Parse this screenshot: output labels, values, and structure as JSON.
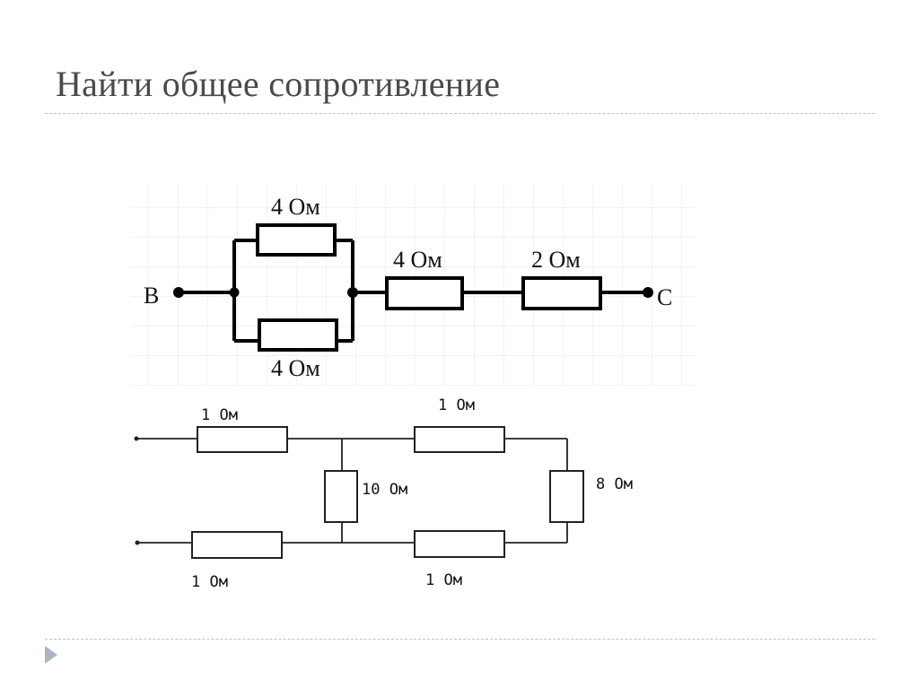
{
  "slide": {
    "title": "Найти общее сопротивление"
  },
  "circuit1": {
    "node_b": "B",
    "node_c": "C",
    "r_top": "4 Ом",
    "r_bottom": "4 Ом",
    "r_series1": "4 Ом",
    "r_series2": "2 Ом"
  },
  "circuit2": {
    "r_left_top": "1 Ом",
    "r_left_bottom": "1 Ом",
    "r_middle": "10 Ом",
    "r_right_top": "1 Ом",
    "r_right_bottom": "1 Ом",
    "r_far_right": "8 Ом"
  }
}
